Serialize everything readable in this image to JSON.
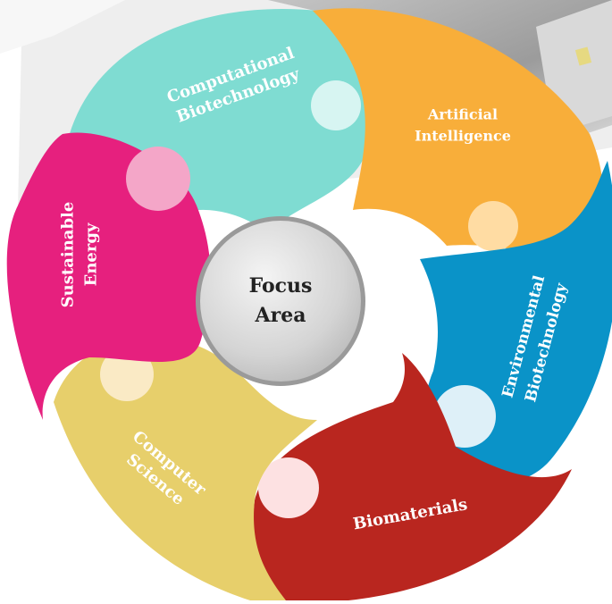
{
  "center": {
    "line1": "Focus",
    "line2": "Area"
  },
  "segments": [
    {
      "id": "computational-biotechnology",
      "lines": [
        "Computational",
        "Biotechnology"
      ],
      "color": "#7fdcd2",
      "dot_color": "#d7f5f2",
      "text_color": "#1f1f1f"
    },
    {
      "id": "artificial-intelligence",
      "lines": [
        "Artificial",
        "Intelligence"
      ],
      "color": "#f8ae3a",
      "dot_color": "#ffdca3",
      "text_color": "#1f1f1f"
    },
    {
      "id": "environmental-biotechnology",
      "lines": [
        "Environmental",
        "Biotechnology"
      ],
      "color": "#0a93c8",
      "dot_color": "#def0f8",
      "text_color": "#1a1a1a"
    },
    {
      "id": "biomaterials",
      "lines": [
        "Biomaterials"
      ],
      "color": "#b9261f",
      "dot_color": "#fde1e2",
      "text_color": "#ffffff"
    },
    {
      "id": "computer-science",
      "lines": [
        "Computer",
        "Science"
      ],
      "color": "#e7cf6b",
      "dot_color": "#faeac5",
      "text_color": "#1f1f1f"
    },
    {
      "id": "sustainable-energy",
      "lines": [
        "Sustainable",
        "Energy"
      ],
      "color": "#e6207e",
      "dot_color": "#f4a6c8",
      "text_color": "#ffffff"
    }
  ]
}
